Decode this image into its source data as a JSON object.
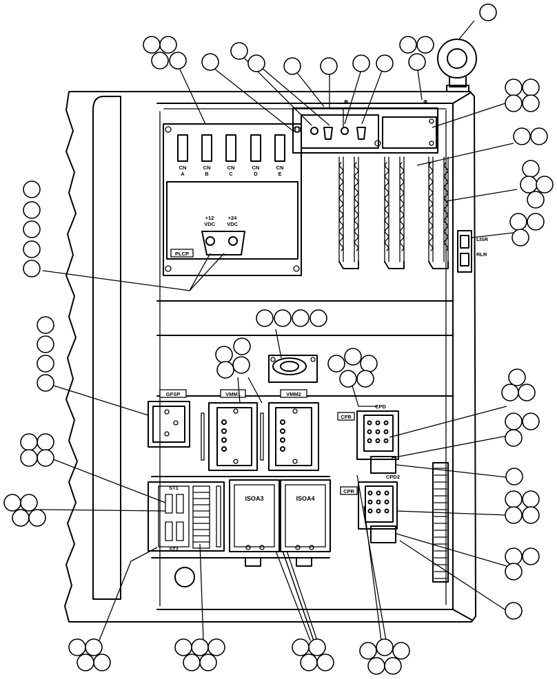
{
  "labels": {
    "cn_a": "CN\nA",
    "cn_b": "CN\nB",
    "cn_c": "CN\nC",
    "cn_d": "CN\nD",
    "cn_e": "CN\nE",
    "plus12_top": "+12",
    "plus12_bottom": "VDC",
    "plus24_top": "+24",
    "plus24_bottom": "VDC",
    "plcp": "PLCP",
    "gfsp": "GFSP",
    "vmm1": "VMM1",
    "vmm2": "VMM2",
    "cpd": "CPD",
    "cpd2": "CPD2",
    "cfr": "CFR",
    "cpr": "CPR",
    "isoa3": "ISOA3",
    "isoa4": "ISOA4",
    "st1": "ST1",
    "st2": "ST2",
    "lisr": "LISR",
    "rlr": "RLR"
  }
}
